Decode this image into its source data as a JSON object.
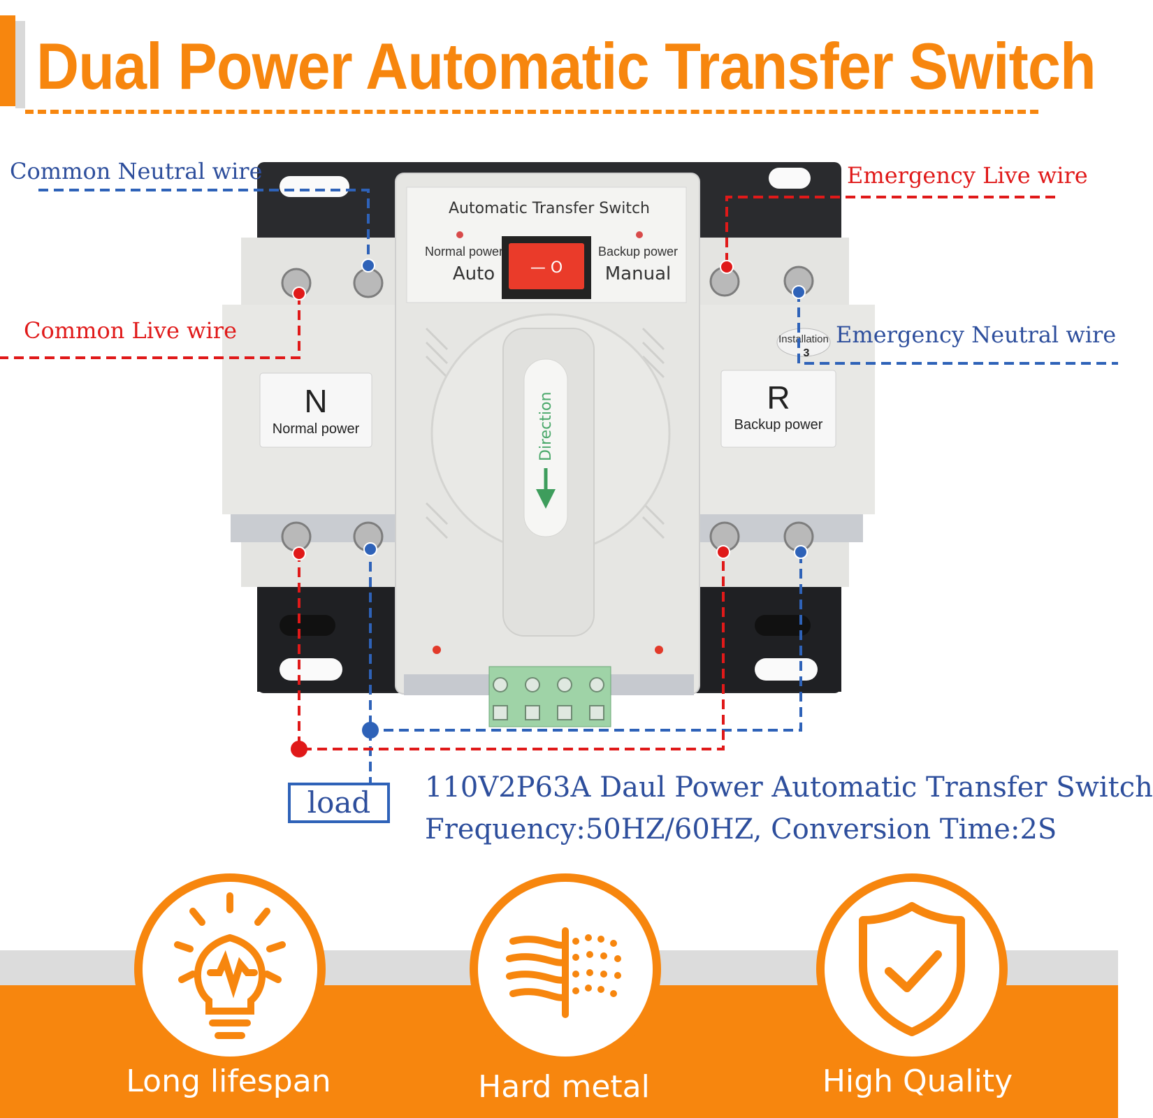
{
  "header": {
    "title": "Dual Power Automatic Transfer Switch"
  },
  "wires": {
    "common_neutral": "Common Neutral wire",
    "emergency_live": "Emergency Live wire",
    "common_live": "Common Live wire",
    "emergency_neutral": "Emergency Neutral wire"
  },
  "device": {
    "panel_title": "Automatic Transfer Switch",
    "normal_power_small": "Normal power",
    "backup_power_small": "Backup power",
    "auto": "Auto",
    "manual": "Manual",
    "switch_symbol": "— O",
    "left_letter": "N",
    "left_label": "Normal power",
    "right_letter": "R",
    "right_label": "Backup power",
    "handle_text": "Direction",
    "installation_label": "Installation",
    "installation_num": "3"
  },
  "info": {
    "load": "load",
    "model": "110V2P63A Daul Power Automatic Transfer Switch",
    "spec": "Frequency:50HZ/60HZ, Conversion Time:2S"
  },
  "features": [
    {
      "label": "Long lifespan",
      "icon": "lightbulb-icon"
    },
    {
      "label": "Hard metal",
      "icon": "hard-metal-icon"
    },
    {
      "label": "High Quality",
      "icon": "shield-check-icon"
    }
  ],
  "colors": {
    "orange": "#f7860e",
    "blue": "#2d4e9c",
    "red": "#e01919",
    "device_grey": "#e6e6e3"
  }
}
